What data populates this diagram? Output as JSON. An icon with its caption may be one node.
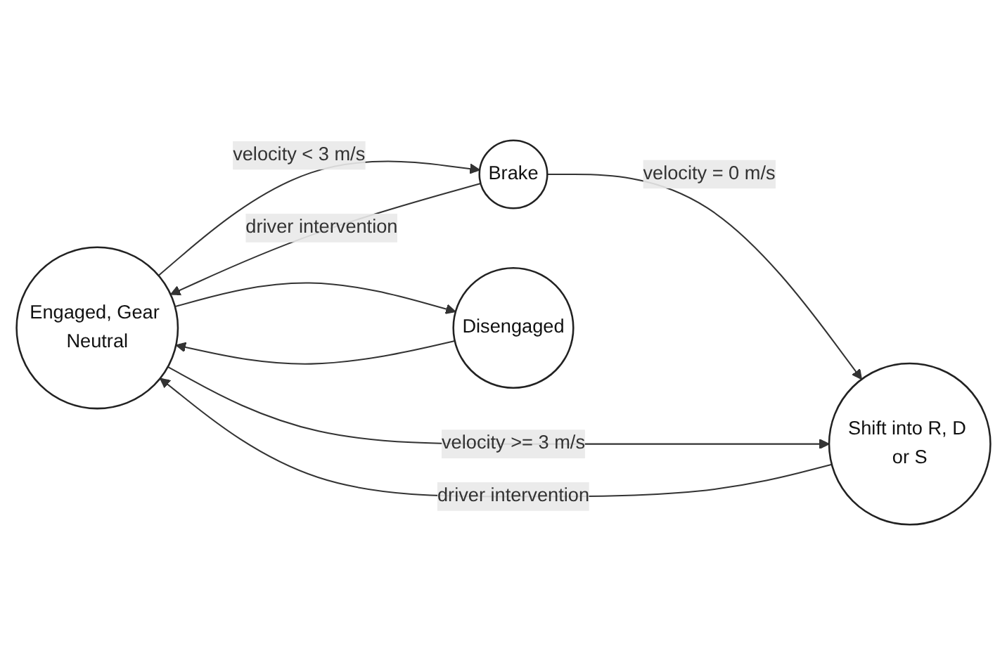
{
  "diagram": {
    "nodes": [
      {
        "text": [
          "Engaged, Gear Neutral"
        ]
      },
      {
        "text": [
          "Brake"
        ]
      },
      {
        "text": [
          "Shift into R, D or S"
        ]
      },
      {
        "text": [
          "Disengaged"
        ]
      }
    ],
    "edges": [
      {
        "from": 0,
        "to": 1,
        "arrow": "to",
        "label": "velocity < 3 m/s"
      },
      {
        "from": 1,
        "to": 0,
        "arrow": "to",
        "label": "driver intervention"
      },
      {
        "from": 1,
        "to": 2,
        "arrow": "to",
        "label": "velocity = 0 m/s"
      },
      {
        "from": 0,
        "to": 2,
        "arrow": "to",
        "label": "velocity >= 3 m/s"
      },
      {
        "from": 2,
        "to": 0,
        "arrow": "to",
        "label": "driver intervention"
      },
      {
        "from": 0,
        "to": 3,
        "arrow": "to"
      },
      {
        "from": 3,
        "to": 0,
        "arrow": "to"
      }
    ]
  }
}
